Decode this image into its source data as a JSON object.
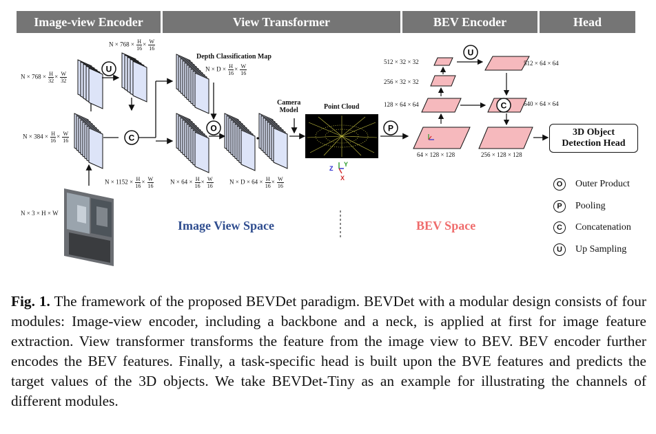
{
  "headers": {
    "image_view_encoder": "Image-view Encoder",
    "view_transformer": "View Transformer",
    "bev_encoder": "BEV Encoder",
    "head": "Head"
  },
  "dims": {
    "n768_32": {
      "pre": "N × 768 ×",
      "f1n": "H",
      "f1d": "32",
      "mid": "×",
      "f2n": "W",
      "f2d": "32"
    },
    "n768_16": {
      "pre": "N × 768 ×",
      "f1n": "H",
      "f1d": "16",
      "mid": "×",
      "f2n": "W",
      "f2d": "16"
    },
    "n384_16": {
      "pre": "N × 384 ×",
      "f1n": "H",
      "f1d": "16",
      "mid": "×",
      "f2n": "W",
      "f2d": "16"
    },
    "n1152_16": {
      "pre": "N × 1152 ×",
      "f1n": "H",
      "f1d": "16",
      "mid": "×",
      "f2n": "W",
      "f2d": "16"
    },
    "n64_16": {
      "pre": "N × 64 ×",
      "f1n": "H",
      "f1d": "16",
      "mid": "×",
      "f2n": "W",
      "f2d": "16"
    },
    "nd64_16": {
      "pre": "N × D × 64 ×",
      "f1n": "H",
      "f1d": "16",
      "mid": "×",
      "f2n": "W",
      "f2d": "16"
    },
    "nd_16": {
      "pre": "N × D ×",
      "f1n": "H",
      "f1d": "16",
      "mid": "×",
      "f2n": "W",
      "f2d": "16"
    },
    "input": "N × 3 × H × W",
    "b512_32": "512 × 32 × 32",
    "b256_32": "256 × 32 × 32",
    "b128_64": "128 × 64 × 64",
    "b64_128": "64 × 128 × 128",
    "b512_64": "512 × 64 × 64",
    "b640_64": "640 × 64 × 64",
    "b256_128": "256 × 128 × 128"
  },
  "labels": {
    "depth_map": "Depth Classification Map",
    "camera_model_1": "Camera",
    "camera_model_2": "Model",
    "point_cloud": "Point Cloud",
    "head_box_1": "3D Object",
    "head_box_2": "Detection Head",
    "image_view_space": "Image View Space",
    "bev_space": "BEV Space",
    "axis_z": "Z",
    "axis_y": "Y",
    "axis_x": "X"
  },
  "ops": {
    "up": "U",
    "concat": "C",
    "outer": "O",
    "pool": "P"
  },
  "legend": [
    {
      "symbol": "O",
      "text": "Outer Product"
    },
    {
      "symbol": "P",
      "text": "Pooling"
    },
    {
      "symbol": "C",
      "text": "Concatenation"
    },
    {
      "symbol": "U",
      "text": "Up Sampling"
    }
  ],
  "colors": {
    "header_bg": "#757575",
    "feature_blue": "#dde4f8",
    "bev_pink": "#f6b9bd",
    "image_view_space": "#2f4d8f",
    "bev_space": "#ef6b6b"
  },
  "caption": {
    "label": "Fig. 1.",
    "text": " The framework of the proposed BEVDet paradigm. BEVDet with a modular design consists of four modules: Image-view encoder, including a backbone and a neck, is applied at first for image feature extraction. View transformer transforms the feature from the image view to BEV. BEV encoder further encodes the BEV features. Finally, a task-specific head is built upon the BVE features and predicts the target values of the 3D objects. We take BEVDet-Tiny as an example for illustrating the channels of different modules."
  }
}
